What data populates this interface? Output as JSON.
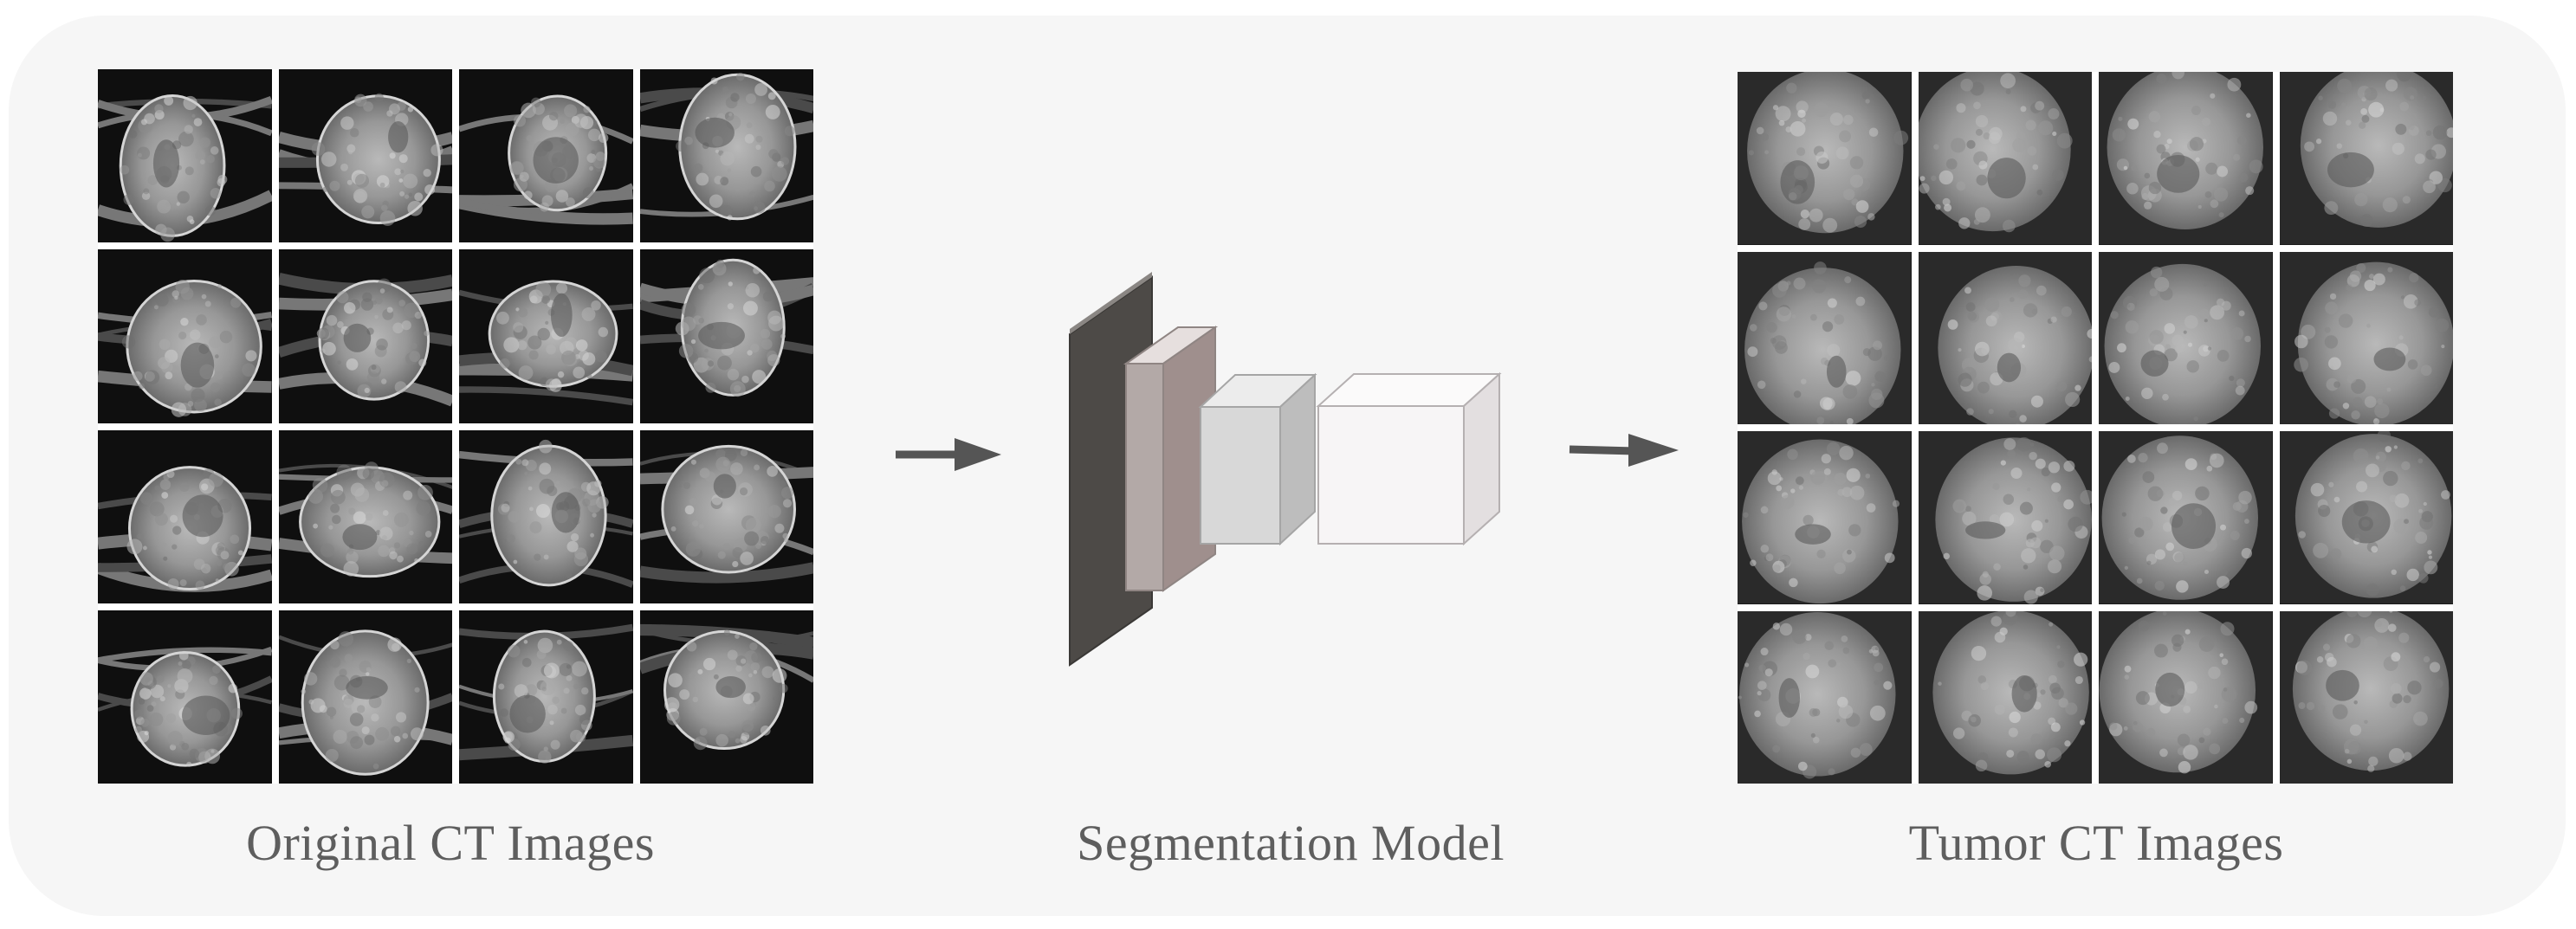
{
  "captions": {
    "original": "Original CT Images",
    "model": "Segmentation Model",
    "tumor": "Tumor CT Images"
  },
  "colors": {
    "panel_background": "#f6f6f6",
    "arrow": "#555555",
    "caption_text": "#5e5e5e",
    "layer_1_front": "#4d4a47",
    "layer_2_front": "#b3a9a7",
    "layer_3_front": "#d8d8d8",
    "layer_4_front": "#f7f5f6"
  },
  "icons": {
    "arrow_in": "right-arrow-icon",
    "arrow_out": "right-arrow-icon"
  }
}
